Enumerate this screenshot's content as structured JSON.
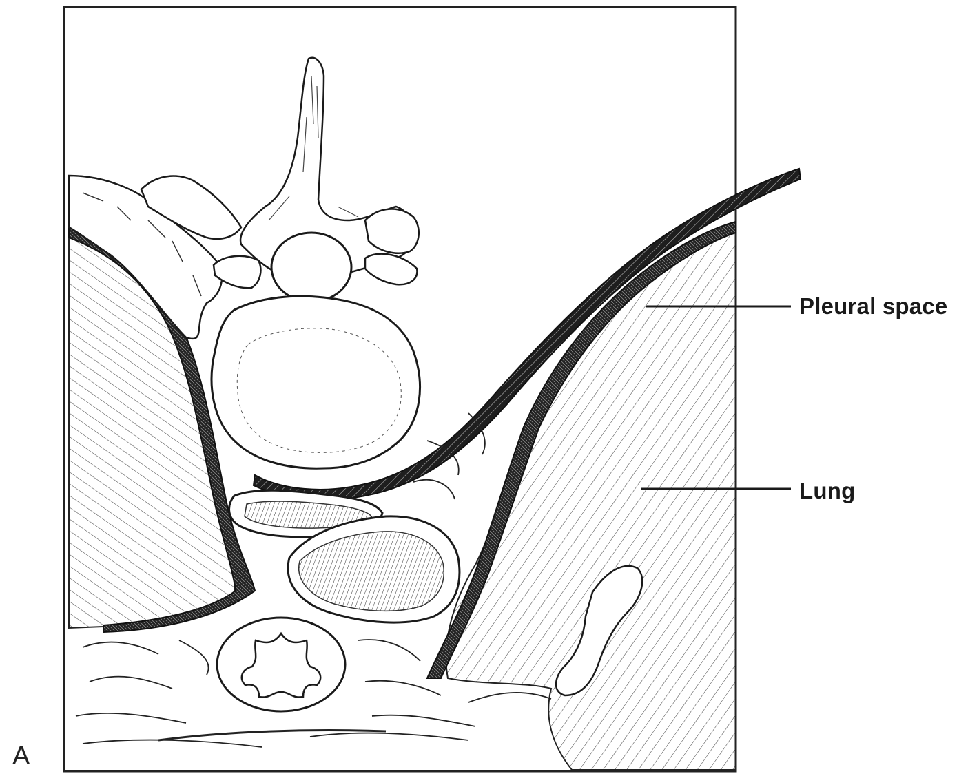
{
  "panel_letter": "A",
  "labels": {
    "pleural_space": "Pleural space",
    "lung": "Lung"
  }
}
